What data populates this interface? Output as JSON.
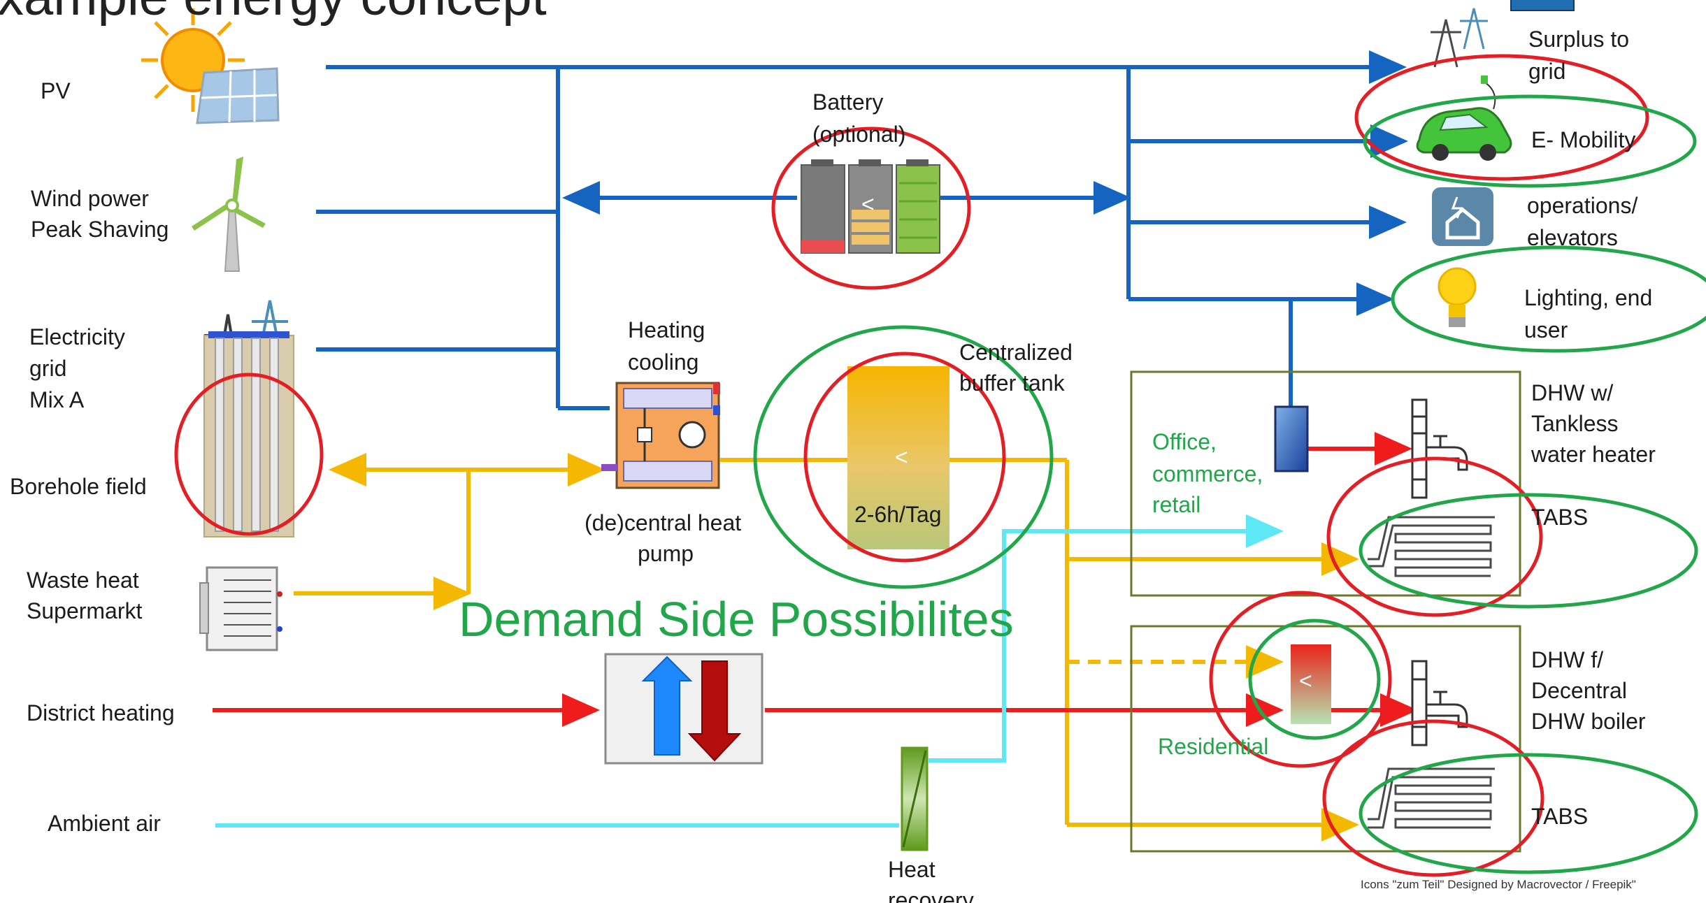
{
  "header": {
    "title": "xample energy concept",
    "logo_text": "",
    "credit": "Icons \"zum Teil\" Designed by Macrovector / Freepik\""
  },
  "headline": "Demand Side Possibilites",
  "sources": {
    "pv": "PV",
    "wind_1": "Wind power",
    "wind_2": "Peak Shaving",
    "grid_1": "Electricity",
    "grid_2": "grid",
    "grid_3": "Mix A",
    "borehole": "Borehole field",
    "waste_1": "Waste heat",
    "waste_2": "Supermarkt",
    "district": "District heating",
    "ambient": "Ambient air"
  },
  "components": {
    "battery_1": "Battery",
    "battery_2": "(optional)",
    "heating_1": "Heating",
    "heating_2": "cooling",
    "hp_1": "(de)central heat",
    "hp_2": "pump",
    "buffer_1": "Centralized",
    "buffer_2": "buffer tank",
    "buffer_time": "2-6h/Tag",
    "recovery_1": "Heat",
    "recovery_2": "recovery",
    "marker": "<"
  },
  "consumers": {
    "surplus_1": "Surplus to",
    "surplus_2": "grid",
    "emobility": "E- Mobility",
    "ops_1": "operations/",
    "ops_2": "elevators",
    "light_1": "Lighting, end",
    "light_2": "user",
    "office_1": "Office,",
    "office_2": "commerce,",
    "office_3": "retail",
    "residential": "Residential",
    "dhw1_1": "DHW w/",
    "dhw1_2": "Tankless",
    "dhw1_3": "water heater",
    "tabs_1": "TABS",
    "dhw2_1": "DHW f/",
    "dhw2_2": "Decentral",
    "dhw2_3": "DHW boiler",
    "tabs_2": "TABS"
  },
  "colors": {
    "electric": "#1565c0",
    "heat_warm": "#f5b800",
    "heat_hot": "#ee1c1c",
    "air": "#5ee8f5",
    "highlight_red": "#e31e24",
    "highlight_green": "#21a64a",
    "box_border": "#6b7a2a"
  }
}
